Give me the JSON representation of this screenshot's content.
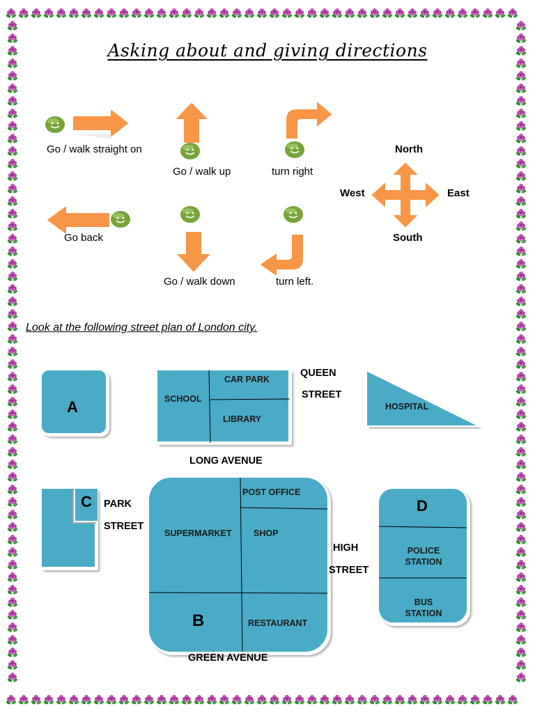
{
  "title": "Asking about and giving directions",
  "directions": {
    "straight": "Go / walk straight on",
    "up": "Go / walk up",
    "right": "turn right",
    "back": "Go back",
    "down": "Go / walk down",
    "left": "turn left."
  },
  "compass": {
    "north": "North",
    "south": "South",
    "east": "East",
    "west": "West"
  },
  "instruction": "Look at the following street plan of London city.",
  "map": {
    "block_a": "A",
    "school": "SCHOOL",
    "car_park": "CAR PARK",
    "library": "LIBRARY",
    "hospital": "HOSPITAL",
    "block_c": "C",
    "post_office": "POST OFFICE",
    "supermarket": "SUPERMARKET",
    "shop": "SHOP",
    "block_b": "B",
    "restaurant": "RESTAURANT",
    "block_d": "D",
    "police_station": "POLICE\nSTATION",
    "bus_station": "BUS\nSTATION"
  },
  "streets": {
    "queen_1": "QUEEN",
    "queen_2": "STREET",
    "long_avenue": "LONG AVENUE",
    "park_1": "PARK",
    "park_2": "STREET",
    "high_1": "HIGH",
    "high_2": "STREET",
    "green_avenue": "GREEN AVENUE"
  },
  "colors": {
    "arrow": "#f79646",
    "map_block": "#4aabc7",
    "smiley": "#77a33b",
    "border_flower": "#c24fb5",
    "border_leaf": "#2f8a2f"
  },
  "icons": [
    "smiley-icon",
    "arrow-right-icon",
    "arrow-up-icon",
    "arrow-turn-right-icon",
    "arrow-left-icon",
    "arrow-down-icon",
    "arrow-turn-left-icon",
    "compass-cross-icon",
    "flower-border"
  ]
}
